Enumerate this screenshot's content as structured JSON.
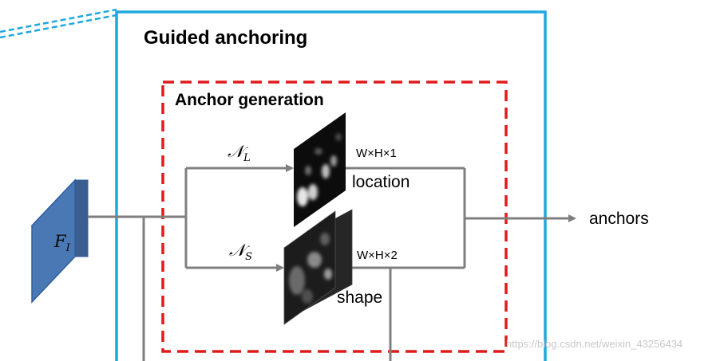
{
  "diagram": {
    "title": "Guided anchoring",
    "subtitle": "Anchor generation",
    "input": {
      "symbol": "F",
      "subscript": "I"
    },
    "branches": {
      "location": {
        "op_symbol": "𝒩",
        "op_subscript": "L",
        "dims": "W×H×1",
        "label": "location"
      },
      "shape": {
        "op_symbol": "𝒩",
        "op_subscript": "S",
        "dims": "W×H×2",
        "label": "shape"
      }
    },
    "output": "anchors",
    "watermark": "https://blog.csdn.net/weixin_43256434"
  },
  "colors": {
    "outer_border": "#1ea8e0",
    "inner_border": "#e01b1b",
    "line": "#7f7f7f",
    "input_front": "#4a78b4",
    "input_top": "#7aa3d4",
    "input_side": "#3a5e90"
  }
}
